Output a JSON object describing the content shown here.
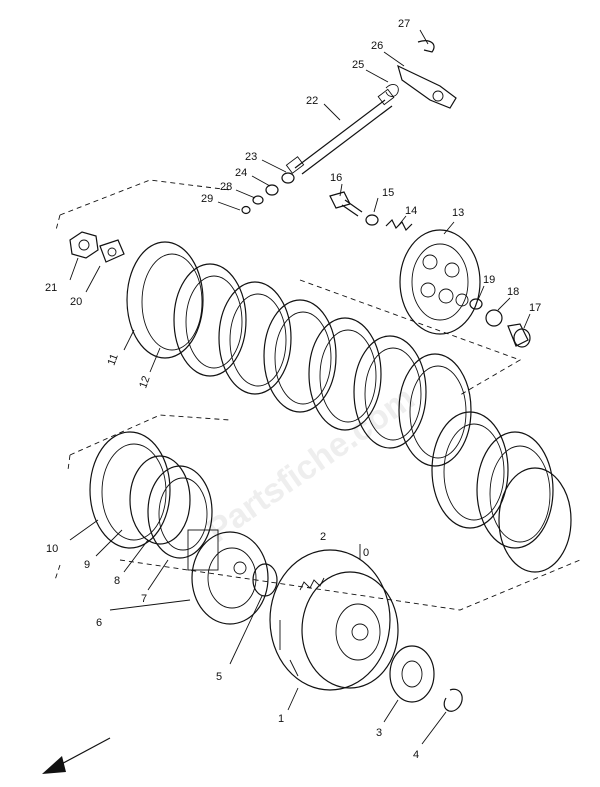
{
  "diagram": {
    "callouts": [
      {
        "id": "1",
        "text": "1"
      },
      {
        "id": "2",
        "text": "2"
      },
      {
        "id": "3",
        "text": "3"
      },
      {
        "id": "4",
        "text": "4"
      },
      {
        "id": "5",
        "text": "5"
      },
      {
        "id": "6",
        "text": "6"
      },
      {
        "id": "7",
        "text": "7"
      },
      {
        "id": "8",
        "text": "8"
      },
      {
        "id": "9",
        "text": "9"
      },
      {
        "id": "10",
        "text": "10"
      },
      {
        "id": "11",
        "text": "11"
      },
      {
        "id": "12",
        "text": "12"
      },
      {
        "id": "13",
        "text": "13"
      },
      {
        "id": "14",
        "text": "14"
      },
      {
        "id": "15",
        "text": "15"
      },
      {
        "id": "16",
        "text": "16"
      },
      {
        "id": "17",
        "text": "17"
      },
      {
        "id": "18",
        "text": "18"
      },
      {
        "id": "19",
        "text": "19"
      },
      {
        "id": "20",
        "text": "20"
      },
      {
        "id": "21",
        "text": "21"
      },
      {
        "id": "22",
        "text": "22"
      },
      {
        "id": "23",
        "text": "23"
      },
      {
        "id": "24",
        "text": "24"
      },
      {
        "id": "25",
        "text": "25"
      },
      {
        "id": "26",
        "text": "26"
      },
      {
        "id": "27",
        "text": "27"
      },
      {
        "id": "28",
        "text": "28"
      },
      {
        "id": "29",
        "text": "29"
      }
    ],
    "watermark": "Partsfiche.com",
    "arrow_icon": "direction-arrow-icon"
  }
}
